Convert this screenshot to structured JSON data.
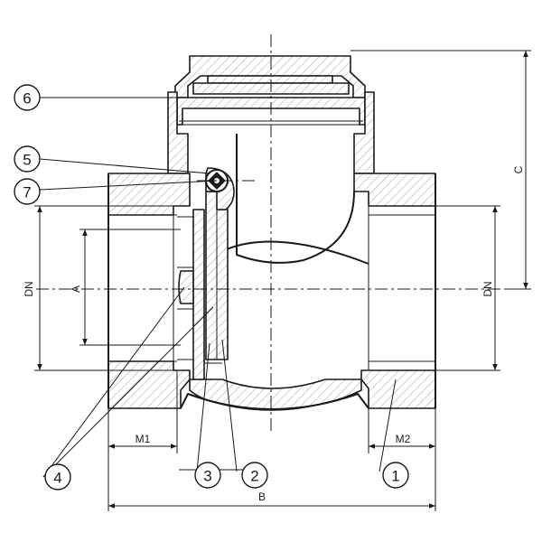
{
  "callouts": {
    "c1": "1",
    "c2": "2",
    "c3": "3",
    "c4": "4",
    "c5": "5",
    "c6": "6",
    "c7": "7"
  },
  "dimensions": {
    "dn_left": "DN",
    "dn_right": "DN",
    "a": "A",
    "b": "B",
    "c": "C",
    "m1": "M1",
    "m2": "M2"
  },
  "colors": {
    "line": "#1a1a1a",
    "background": "#ffffff"
  }
}
